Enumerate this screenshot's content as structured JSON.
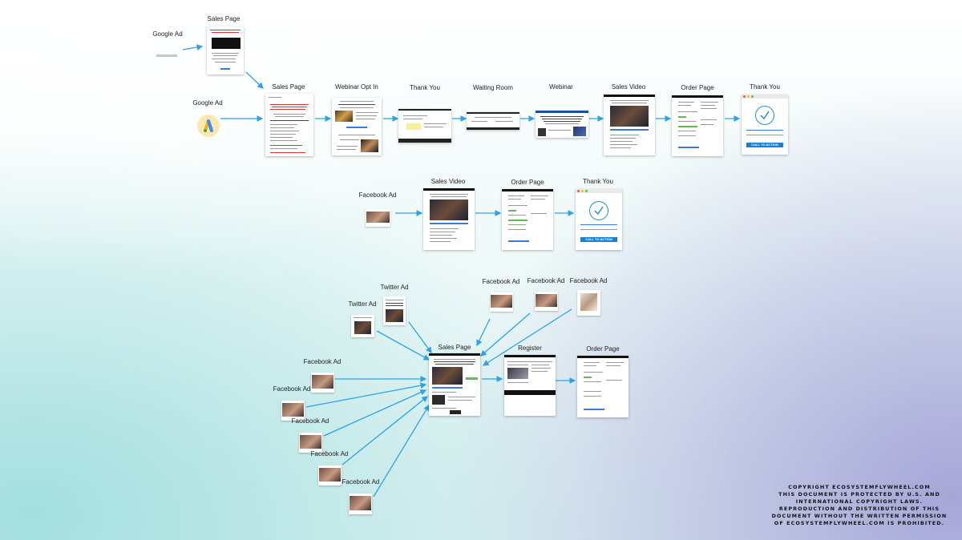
{
  "labels": {
    "google_ad_top": "Google Ad",
    "sales_page_top": "Sales Page",
    "google_ad": "Google Ad",
    "sales_page": "Sales Page",
    "webinar_opt_in": "Webinar Opt In",
    "thank_you_1": "Thank You",
    "waiting_room": "Waiting Room",
    "webinar": "Webinar",
    "sales_video_1": "Sales Video",
    "order_page_1": "Order Page",
    "thank_you_2": "Thank You",
    "facebook_ad_row2": "Facebook Ad",
    "sales_video_2": "Sales Video",
    "order_page_2": "Order Page",
    "thank_you_3": "Thank You",
    "twitter_ad_1": "Twitter Ad",
    "twitter_ad_2": "Twitter Ad",
    "facebook_ad_top_1": "Facebook Ad",
    "facebook_ad_top_2": "Facebook Ad",
    "facebook_ad_top_3": "Facebook Ad",
    "facebook_ad_left_1": "Facebook Ad",
    "facebook_ad_left_2": "Facebook Ad",
    "facebook_ad_left_3": "Facebook Ad",
    "facebook_ad_left_4": "Facebook Ad",
    "facebook_ad_left_5": "Facebook Ad",
    "sales_page_3": "Sales Page",
    "register": "Register",
    "order_page_3": "Order Page"
  },
  "call_to_action": "CALL TO ACTION",
  "copyright_lines": [
    "COPYRIGHT ECOSYSTEMFLYWHEEL.COM",
    "THIS DOCUMENT IS PROTECTED BY U.S. AND",
    "INTERNATIONAL COPYRIGHT LAWS.",
    "REPRODUCTION AND DISTRIBUTION OF THIS",
    "DOCUMENT WITHOUT THE WRITTEN PERMISSION",
    "OF ECOSYSTEMFLYWHEEL.COM IS PROHIBITED."
  ],
  "colors": {
    "arrow": "#2ba3e6",
    "cta": "#1a7fd0",
    "check": "#2a8fd0",
    "google_icon_bg": "#fbe7b0"
  },
  "icons": [
    "google-ads-icon",
    "checkmark-icon"
  ]
}
